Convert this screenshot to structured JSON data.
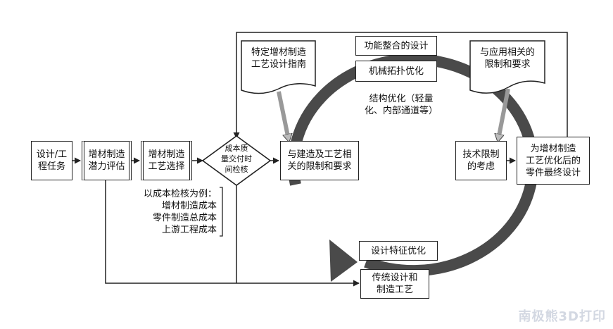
{
  "nodes": {
    "design_task": "设计/工\n程任务",
    "am_potential": "增材制造\n潜力评估",
    "am_process": "增材制造\n工艺选择",
    "decision": "成本质\n量交付时\n间检核",
    "constraints": "与建造及工艺相\n关的限制和要求",
    "functional_integration": "功能整合的设计",
    "topology": "机械拓扑优化",
    "structural": "结构优化（轻量\n化、内部通道等）",
    "tech_constraints": "技术限制\n的考虑",
    "final_design": "为增材制造\n工艺优化后的\n零件最终设计",
    "feature_opt": "设计特征优化",
    "traditional": "传统设计和\n制造工艺"
  },
  "notes": {
    "guideline_doc": "特定增材制造\n工艺设计指南",
    "app_doc": "与应用相关的\n限制和要求",
    "cost_example": "以成本检核为例：\n增材制造成本\n零件制造总成本\n上游工程成本"
  },
  "watermark": "南极熊3D打印"
}
